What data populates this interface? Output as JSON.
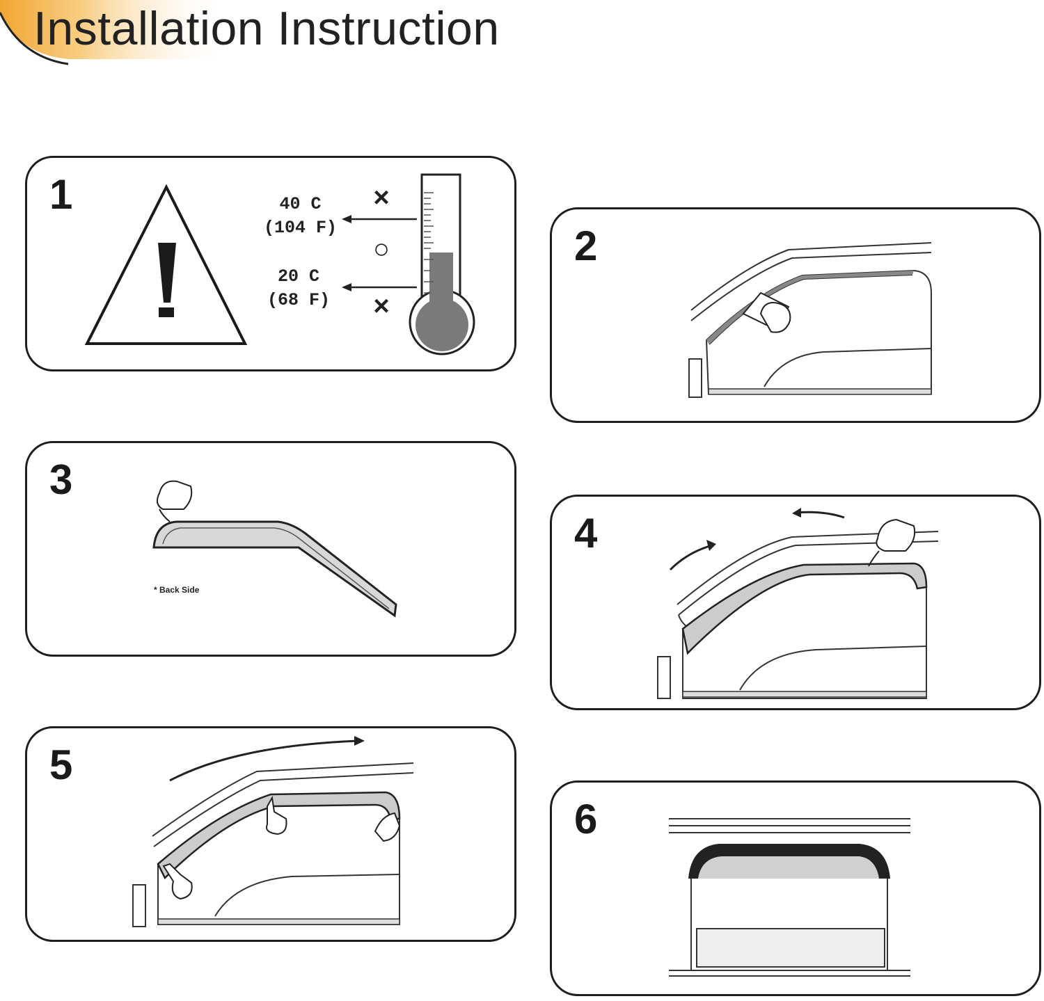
{
  "header": {
    "title": "Installation Instruction",
    "accent_color": "#f2a531"
  },
  "steps": [
    {
      "number": "1",
      "temp_high_c": "40 C",
      "temp_high_f": "(104 F)",
      "temp_low_c": "20 C",
      "temp_low_f": "(68  F)",
      "marks": [
        "×",
        "○",
        "×"
      ]
    },
    {
      "number": "2"
    },
    {
      "number": "3",
      "note": "* Back Side"
    },
    {
      "number": "4"
    },
    {
      "number": "5"
    },
    {
      "number": "6"
    }
  ],
  "icons": [
    "warning-triangle-icon",
    "thermometer-icon",
    "arrow-left-icon",
    "hand-icon",
    "curved-arrow-icon"
  ]
}
